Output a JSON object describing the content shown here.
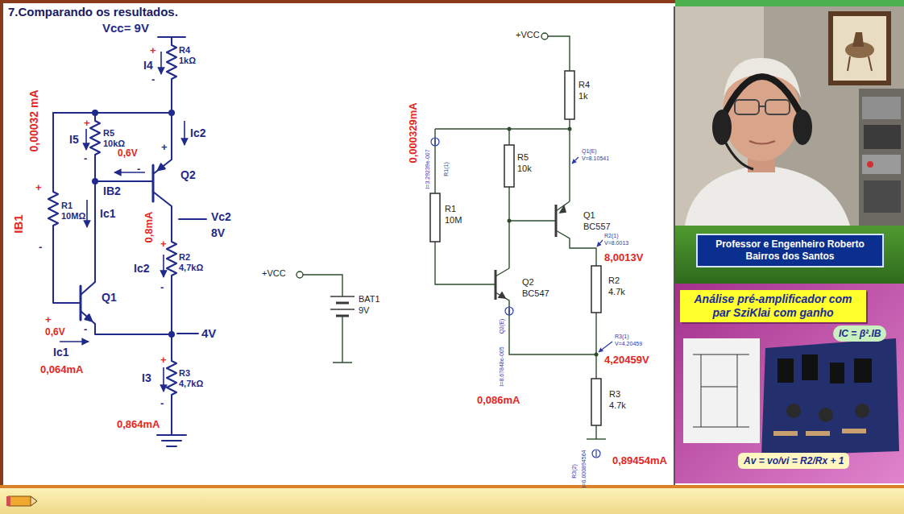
{
  "diagram": {
    "title": "7.Comparando os resultados.",
    "nodes": [
      {
        "text": [
          "Professor e Engenheiro Roberto Bairros dos Santos"
        ]
      },
      {
        "text": [
          "IC = β².IB",
          "Av = vo/vi = R2/Rx + 1"
        ]
      },
      {
        "text": [
          "Análise pré-amplificador com par SziKlai com ganho"
        ],
        "in": 1
      }
    ],
    "labels": [
      "Vcc= 9V",
      "+",
      "I4",
      "-",
      "R4",
      "1kΩ",
      "0,00032 mA",
      "+",
      "IB1",
      "-",
      "R1",
      "10MΩ",
      "+",
      "I5",
      "-",
      "R5",
      "10kΩ",
      "Ic2",
      "0,6V",
      "+",
      "-",
      "Q2",
      "IB2",
      "Vc2",
      "8V",
      "0,8mA",
      "Ic1",
      "+",
      "Ic2",
      "-",
      "R2",
      "4,7kΩ",
      "Q1",
      "+",
      "0,6V",
      "-",
      "4V",
      "Ic1",
      "0,064mA",
      "+",
      "I3",
      "-",
      "R3",
      "4,7kΩ",
      "0,864mA",
      "+VCC",
      "R4",
      "1k",
      "R5",
      "10k",
      "Q1(E)",
      "V=8.10541",
      "Q1",
      "BC557",
      "R2(1)",
      "V=8.0013",
      "8,0013V",
      "R2",
      "4.7k",
      "0,000329mA",
      "R1(1)",
      "I=3.29239e-007",
      "R1",
      "10M",
      "Q2",
      "BC547",
      "Q2(E)",
      "I=8.67848e-005",
      "0,086mA",
      "R3(1)",
      "V=4.20459",
      "4,20459V",
      "R3",
      "4.7k",
      "R3(2)",
      "I=0.000894564",
      "0,89454mA",
      "+VCC",
      "BAT1",
      "9V"
    ]
  }
}
